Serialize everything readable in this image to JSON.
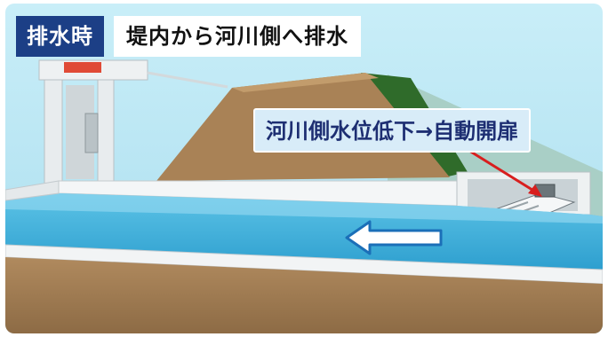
{
  "header": {
    "mode_label": "排水時",
    "description": "堤内から河川側へ排水"
  },
  "annotation": {
    "text": "河川側水位低下→自動開扉"
  },
  "colors": {
    "title_bg": "#1c3f86",
    "annotation_text": "#1d2e72",
    "annotation_bg": "#d8ecf8",
    "arrow": "#d81e1e",
    "water": "#3fb3de",
    "embankment": "#a27d52",
    "grass": "#2e6b2a",
    "sky": "#b9e7f4"
  },
  "icons": {
    "flow_arrow": "left-arrow-icon",
    "pointer_arrow": "red-pointer-arrow-icon"
  }
}
